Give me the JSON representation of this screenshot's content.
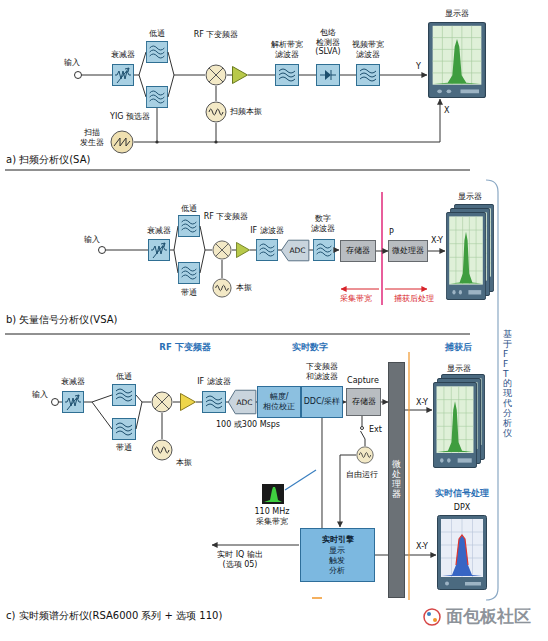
{
  "diagram": {
    "nodes": [
      {
        "text": [
          "ADC"
        ]
      },
      {
        "text": [
          "存储器"
        ]
      },
      {
        "text": [
          "微处理器"
        ]
      },
      {
        "text": [
          "ADC"
        ]
      },
      {
        "text": [
          "幅度/ 相位校正"
        ]
      },
      {
        "text": [
          "DDC/采样"
        ]
      },
      {
        "text": [
          "存储器"
        ]
      },
      {
        "text": [
          "微处理器"
        ]
      },
      {
        "text": [
          "实时引擎",
          "显示 触发 分析"
        ]
      }
    ],
    "edges": [
      {
        "from": 1,
        "to": 2,
        "arrow": "to"
      },
      {
        "from": 3,
        "to": 4,
        "arrow": "to"
      },
      {
        "from": 4,
        "to": 5,
        "arrow": "to"
      },
      {
        "from": 5,
        "to": 6,
        "arrow": "to"
      },
      {
        "from": 6,
        "to": 7,
        "arrow": "to"
      },
      {
        "from": 5,
        "to": 8,
        "arrow": "none"
      },
      {
        "from": 8,
        "to": 7,
        "arrow": "none"
      }
    ],
    "labels": [
      "衰减器",
      "低通",
      "RF 下变频器",
      "解析带宽 滤波器",
      "包络 检测器 (SLVA)",
      "视频带宽 滤波器",
      "显示器",
      "输入",
      "YIG 预选器",
      "扫频本振",
      "扫描 发生器",
      "Y",
      "X",
      "a) 扫频分析仪(SA)",
      "衰减器",
      "低通",
      "RF 下变频器",
      "IF 滤波器",
      "数字 滤波器",
      "P",
      "显示器",
      "X-Y",
      "输入",
      "带通",
      "本振",
      "采集带宽",
      "捕获后处理",
      "b) 矢量信号分析仪(VSA)",
      "RF 下变频器",
      "实时数字",
      "捕获后",
      "衰减器",
      "低通",
      "IF 滤波器",
      "下变频器 和滤波器",
      "Capture",
      "显示器",
      "输入",
      "X-Y",
      "Ext",
      "带通",
      "100 或300 Msps",
      "自由运行",
      "本振",
      "110 MHz 采集带宽",
      "实时信号处理",
      "DPX",
      "实时 IQ 输出 (选项 05)",
      "X-Y",
      "c) 实时频谱分析仪(RSA6000 系列 + 选项 110)",
      "基于FFT的现代分析仪",
      "面包板社区"
    ]
  }
}
